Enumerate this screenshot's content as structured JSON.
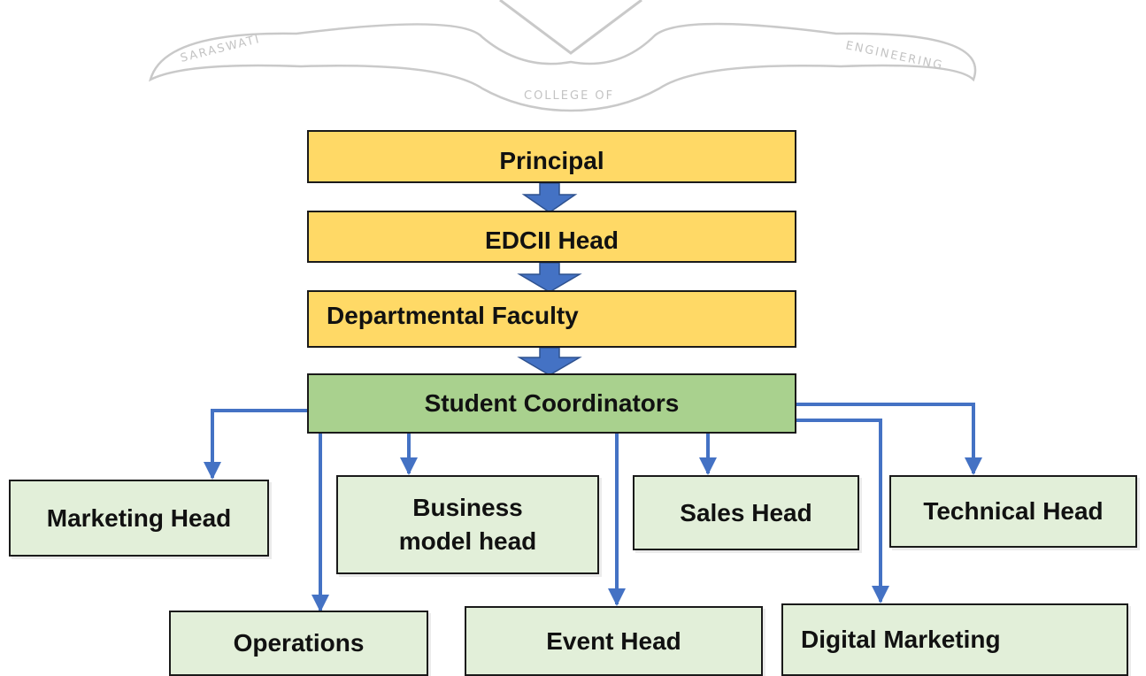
{
  "watermark": {
    "left": "SARASWATI",
    "center": "COLLEGE OF",
    "right": "ENGINEERING"
  },
  "hierarchy": {
    "principal": "Principal",
    "edcii_head": "EDCII Head",
    "departmental_faculty": "Departmental Faculty",
    "student_coordinators": "Student Coordinators"
  },
  "roles": {
    "marketing_head": "Marketing Head",
    "business_model_head": "Business model head",
    "sales_head": "Sales Head",
    "technical_head": "Technical Head",
    "operations": "Operations",
    "event_head": "Event Head",
    "digital_marketing": "Digital Marketing"
  },
  "colors": {
    "management_fill": "#ffd966",
    "coordinator_fill": "#a9d18e",
    "role_fill": "#e2efd9",
    "connector": "#4472c4"
  }
}
